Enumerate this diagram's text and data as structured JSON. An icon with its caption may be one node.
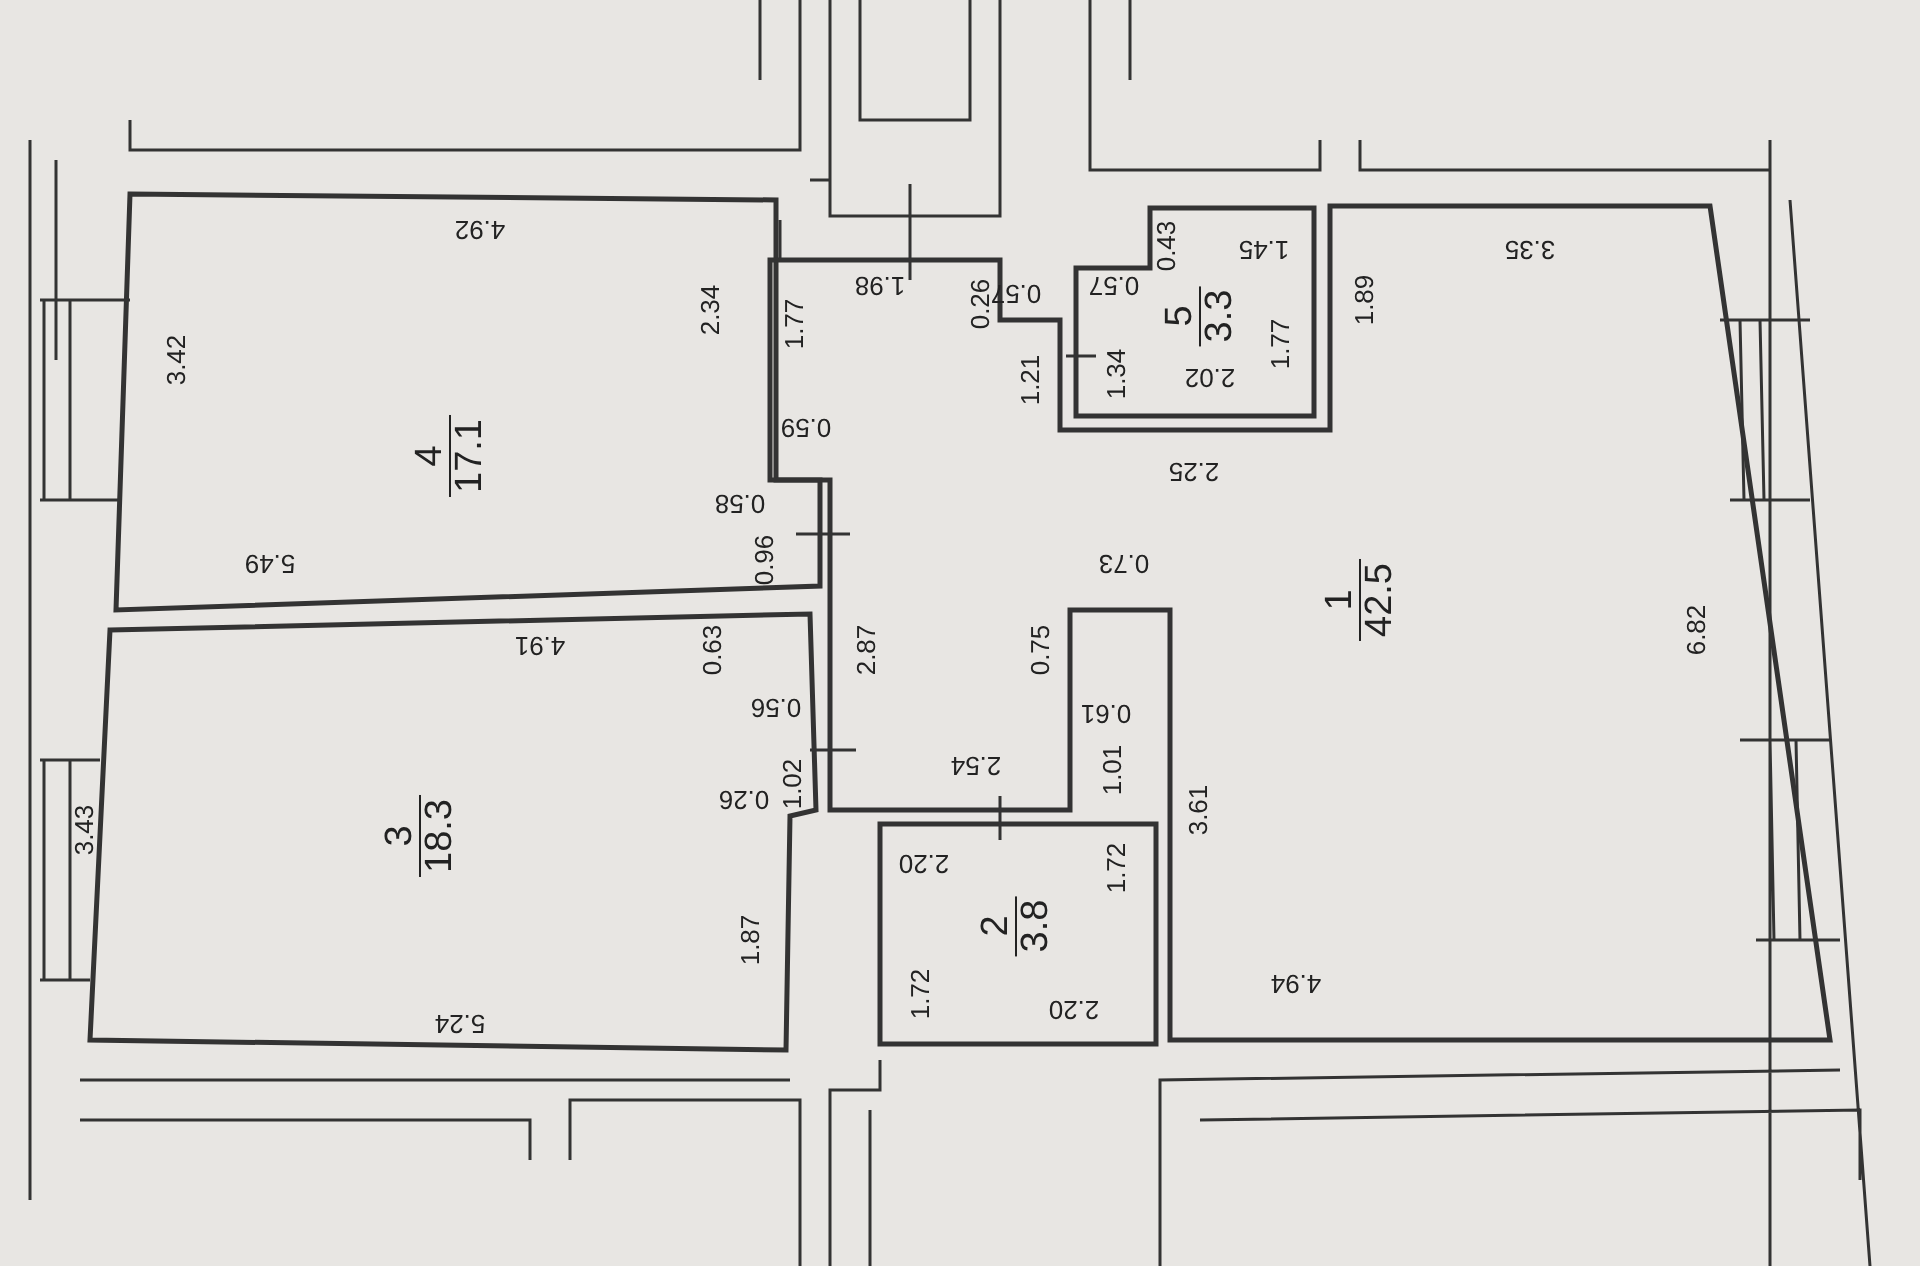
{
  "diagram": {
    "nodes": [
      {
        "text": [
          "4",
          "17.1"
        ]
      },
      {
        "text": [
          "5",
          "3.3"
        ]
      },
      {
        "text": [
          "1",
          "42.5"
        ]
      },
      {
        "text": [
          "3",
          "18.3"
        ]
      },
      {
        "text": [
          "2",
          "3.8"
        ]
      }
    ],
    "labels": [
      "4.92",
      "1.98",
      "0.26",
      "0.43",
      "1.45",
      "3.35",
      "3.42",
      "2.34",
      "1.77",
      "0.57",
      "0.57",
      "1.21",
      "1.34",
      "1.77",
      "1.89",
      "2.02",
      "0.59",
      "2.25",
      "0.58",
      "0.96",
      "5.49",
      "0.73",
      "4.91",
      "0.63",
      "2.87",
      "0.75",
      "6.82",
      "0.56",
      "0.61",
      "2.54",
      "1.02",
      "1.01",
      "0.26",
      "3.43",
      "2.20",
      "1.72",
      "3.61",
      "1.87",
      "1.72",
      "5.24",
      "2.20",
      "4.94"
    ]
  }
}
